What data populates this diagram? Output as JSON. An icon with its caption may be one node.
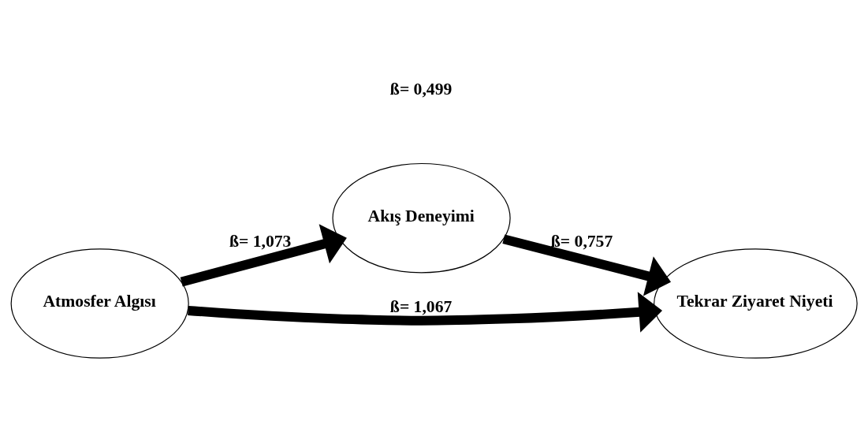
{
  "diagram": {
    "nodes": [
      {
        "text": [
          "Akış Deneyimi"
        ]
      },
      {
        "text": [
          "Atmosfer Algısı"
        ]
      },
      {
        "text": [
          "Tekrar Ziyaret Niyeti"
        ]
      }
    ],
    "edges": [
      {
        "from": 1,
        "to": 0,
        "arrow": "to",
        "label": "ß= 1,073"
      },
      {
        "from": 0,
        "to": 2,
        "arrow": "to",
        "label": "ß= 0,757"
      },
      {
        "from": 1,
        "to": 2,
        "arrow": "to",
        "label": "ß= 1,067"
      }
    ],
    "labels": [
      "ß= 0,499"
    ]
  }
}
